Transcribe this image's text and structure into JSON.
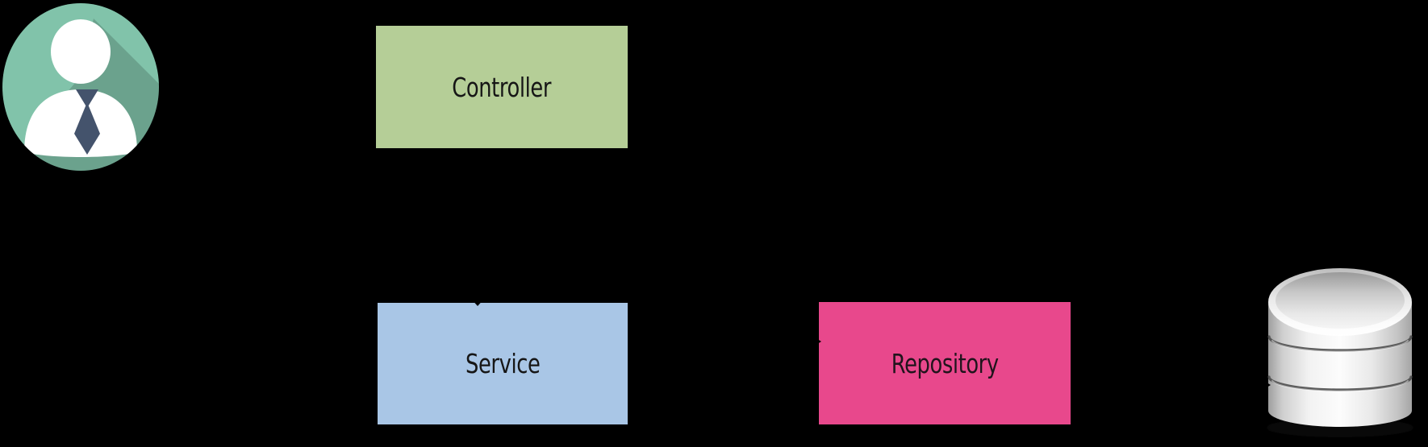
{
  "canvas": {
    "background": "#000000"
  },
  "diagram": {
    "nodes": {
      "user": {
        "icon": "user-avatar-icon",
        "colors": {
          "circle": "#81c3aa",
          "long_shadow": "rgba(0,0,0,0.17)",
          "figure": "#ffffff",
          "tie": "#44536c"
        }
      },
      "controller": {
        "label": "Controller",
        "fill": "#b5ce97",
        "text_color": "#161616"
      },
      "service": {
        "label": "Service",
        "fill": "#a9c6e6",
        "text_color": "#161616"
      },
      "repository": {
        "label": "Repository",
        "fill": "#e8488c",
        "text_color": "#20141c"
      },
      "database": {
        "icon": "database-icon"
      }
    },
    "connectors": {
      "controller_to_service": {
        "color": "#000000"
      },
      "service_to_repository": {
        "color": "#000000"
      },
      "repository_to_database": {
        "color": "#000000"
      }
    }
  }
}
